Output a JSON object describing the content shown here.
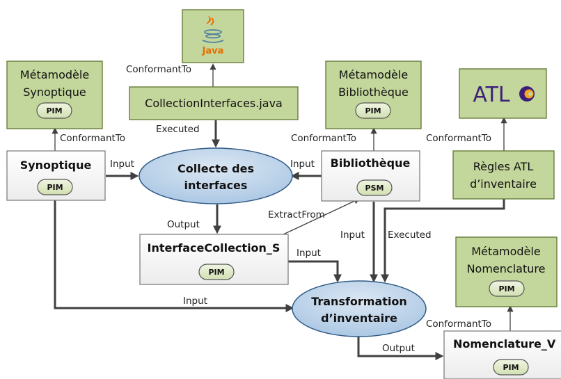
{
  "boxes": {
    "java": {
      "label": "Java"
    },
    "meta_synoptique": {
      "line1": "Métamodèle",
      "line2": "Synoptique",
      "pill": "PIM"
    },
    "collection_java": {
      "label": "CollectionInterfaces.java"
    },
    "meta_bibliotheque": {
      "line1": "Métamodèle",
      "line2": "Bibliothèque",
      "pill": "PIM"
    },
    "atl": {
      "label": "ATL"
    },
    "synoptique": {
      "title": "Synoptique",
      "pill": "PIM"
    },
    "bibliotheque": {
      "title": "Bibliothèque",
      "pill": "PSM"
    },
    "regles_atl": {
      "line1": "Règles ATL",
      "line2": "d’inventaire"
    },
    "interface_collection": {
      "title": "InterfaceCollection_S",
      "pill": "PIM"
    },
    "meta_nomenclature": {
      "line1": "Métamodèle",
      "line2": "Nomenclature",
      "pill": "PIM"
    },
    "nomenclature_v": {
      "title": "Nomenclature_V",
      "pill": "PIM"
    }
  },
  "processes": {
    "collecte": {
      "line1": "Collecte des",
      "line2": "interfaces"
    },
    "transformation": {
      "line1": "Transformation",
      "line2": "d’inventaire"
    }
  },
  "edges": {
    "conformant_java": "ConformantTo",
    "conformant_synoptique": "ConformantTo",
    "executed_collection": "Executed",
    "conformant_bibliotheque": "ConformantTo",
    "conformant_atl": "ConformantTo",
    "input_synoptique": "Input",
    "input_bibliotheque": "Input",
    "output_collecte": "Output",
    "extract_from": "ExtractFrom",
    "input_biblio_transfo": "Input",
    "executed_regles": "Executed",
    "input_interface_transfo": "Input",
    "input_synoptique_transfo": "Input",
    "conformant_nomenclature": "ConformantTo",
    "output_transfo": "Output"
  }
}
